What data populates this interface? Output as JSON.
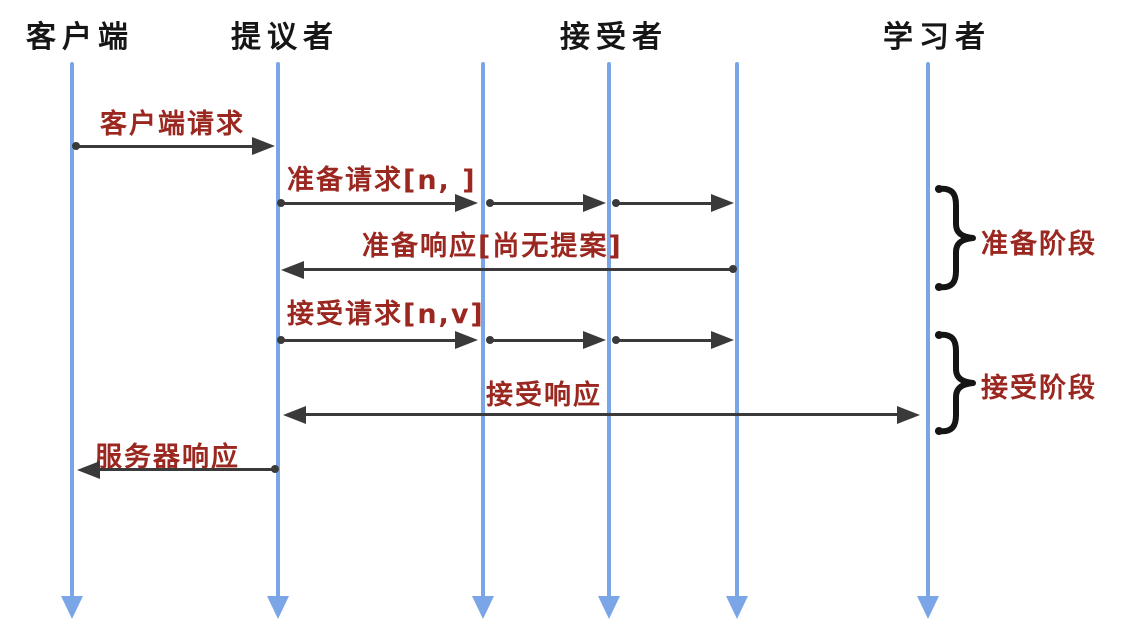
{
  "diagram": {
    "title_hint": "Paxos sequence diagram",
    "actors": [
      {
        "label": "客户端",
        "lifelines": 1
      },
      {
        "label": "提议者",
        "lifelines": 1
      },
      {
        "label": "接受者",
        "lifelines": 3
      },
      {
        "label": "学习者",
        "lifelines": 1
      }
    ],
    "messages": [
      {
        "label": "客户端请求",
        "from": "客户端",
        "to": "提议者",
        "direction": "right"
      },
      {
        "label": "准备请求[n, ]",
        "from": "提议者",
        "to": "接受者",
        "direction": "right"
      },
      {
        "label": "准备响应[尚无提案]",
        "from": "接受者",
        "to": "提议者",
        "direction": "left"
      },
      {
        "label": "接受请求[n,v]",
        "from": "提议者",
        "to": "接受者",
        "direction": "right"
      },
      {
        "label": "接受响应",
        "from": "接受者",
        "to": "提议者 / 学习者",
        "direction": "both"
      },
      {
        "label": "服务器响应",
        "from": "提议者",
        "to": "客户端",
        "direction": "left"
      }
    ],
    "phases": [
      {
        "label": "准备阶段"
      },
      {
        "label": "接受阶段"
      }
    ],
    "colors": {
      "lifeline": "#7aa6e8",
      "arrow": "#3a3a3a",
      "message_text": "#9a2820",
      "actor_text": "#161616",
      "brace": "#151515",
      "background": "#ffffff"
    }
  }
}
